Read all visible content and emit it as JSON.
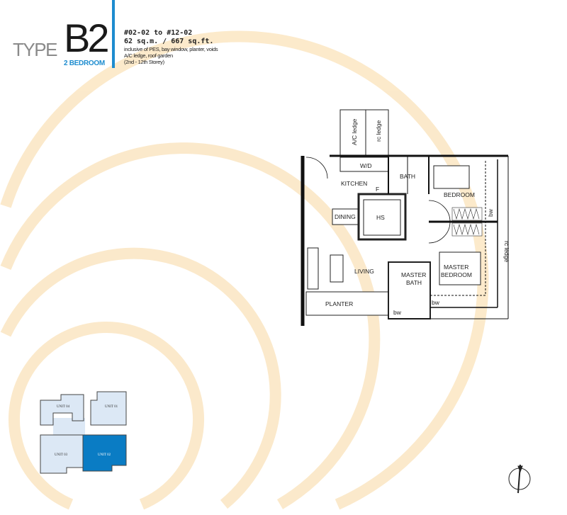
{
  "header": {
    "type_word": "TYPE",
    "type_code": "B2",
    "bedrooms": "2 BEDROOM",
    "units": "#02-02 to #12-02",
    "area": "62 sq.m. / 667 sq.ft.",
    "inclusive_line1": "inclusive of PES, bay window, planter, voids",
    "inclusive_line2": "A/C ledge, roof garden",
    "storeys": "(2nd - 12th Storey)"
  },
  "colors": {
    "accent_blue": "#1d8ccf",
    "highlight_unit": "#0a7cc4",
    "key_plan_fill": "#dce8f5",
    "background_arcs": "#fbe6c2"
  },
  "floor_plan": {
    "rooms": {
      "ac_ledge": "A/C ledge",
      "rc_ledge_top": "rc ledge",
      "wd": "W/D",
      "kitchen": "KITCHEN",
      "fridge": "F",
      "bath": "BATH",
      "bedroom": "BEDROOM",
      "dining": "DINING",
      "hs": "HS",
      "living": "LIVING",
      "master_bath_1": "MASTER",
      "master_bath_2": "BATH",
      "master_bedroom_1": "MASTER",
      "master_bedroom_2": "BEDROOM",
      "planter": "PLANTER",
      "bw_1": "bw",
      "bw_2": "bw",
      "bw_3": "bw",
      "rc_ledge_right": "rc ledge"
    }
  },
  "key_plan": {
    "units": [
      {
        "label": "UNIT 04",
        "highlighted": false
      },
      {
        "label": "UNIT 01",
        "highlighted": false
      },
      {
        "label": "UNIT 03",
        "highlighted": false
      },
      {
        "label": "UNIT 02",
        "highlighted": true
      }
    ]
  },
  "north_arrow": {
    "icon": "north-arrow-icon"
  }
}
